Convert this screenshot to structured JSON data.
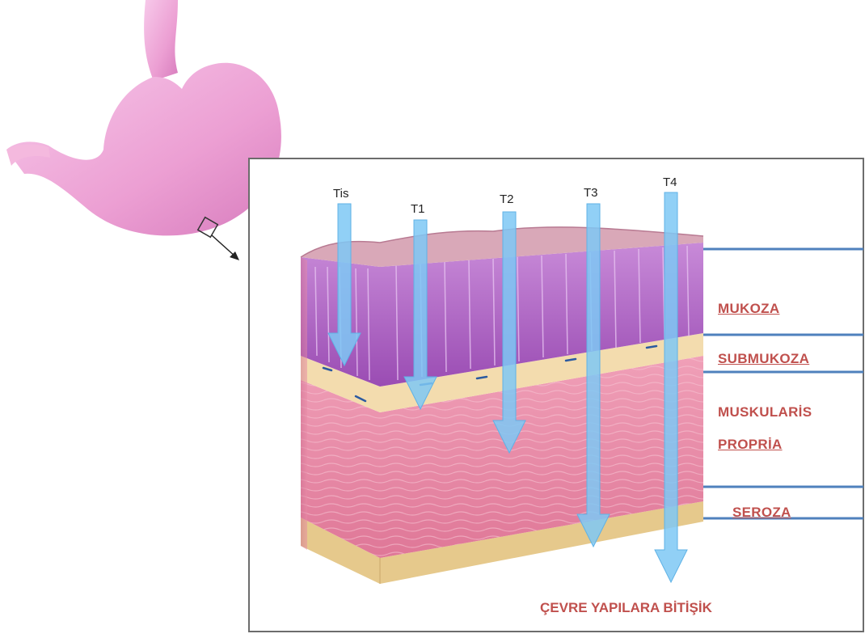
{
  "stages": [
    "Tis",
    "T1",
    "T2",
    "T3",
    "T4"
  ],
  "layers": {
    "mukoza": "MUKOZA",
    "submukoza": "SUBMUKOZA",
    "muskularis_line1": "MUSKULARİS",
    "muskularis_line2": "PROPRİA",
    "seroza": "SEROZA"
  },
  "bottom_label": "ÇEVRE YAPILARA BİTİŞİK",
  "colors": {
    "label_red": "#c0504d",
    "divider_blue": "#4f81bd",
    "arrow_fill": "#7ec8f4",
    "mucosa": "#b565c9",
    "submucosa": "#f3dcae",
    "muscularis": "#e98aa6",
    "serosa": "#e6c98c",
    "stomach": "#f0a7d8"
  }
}
